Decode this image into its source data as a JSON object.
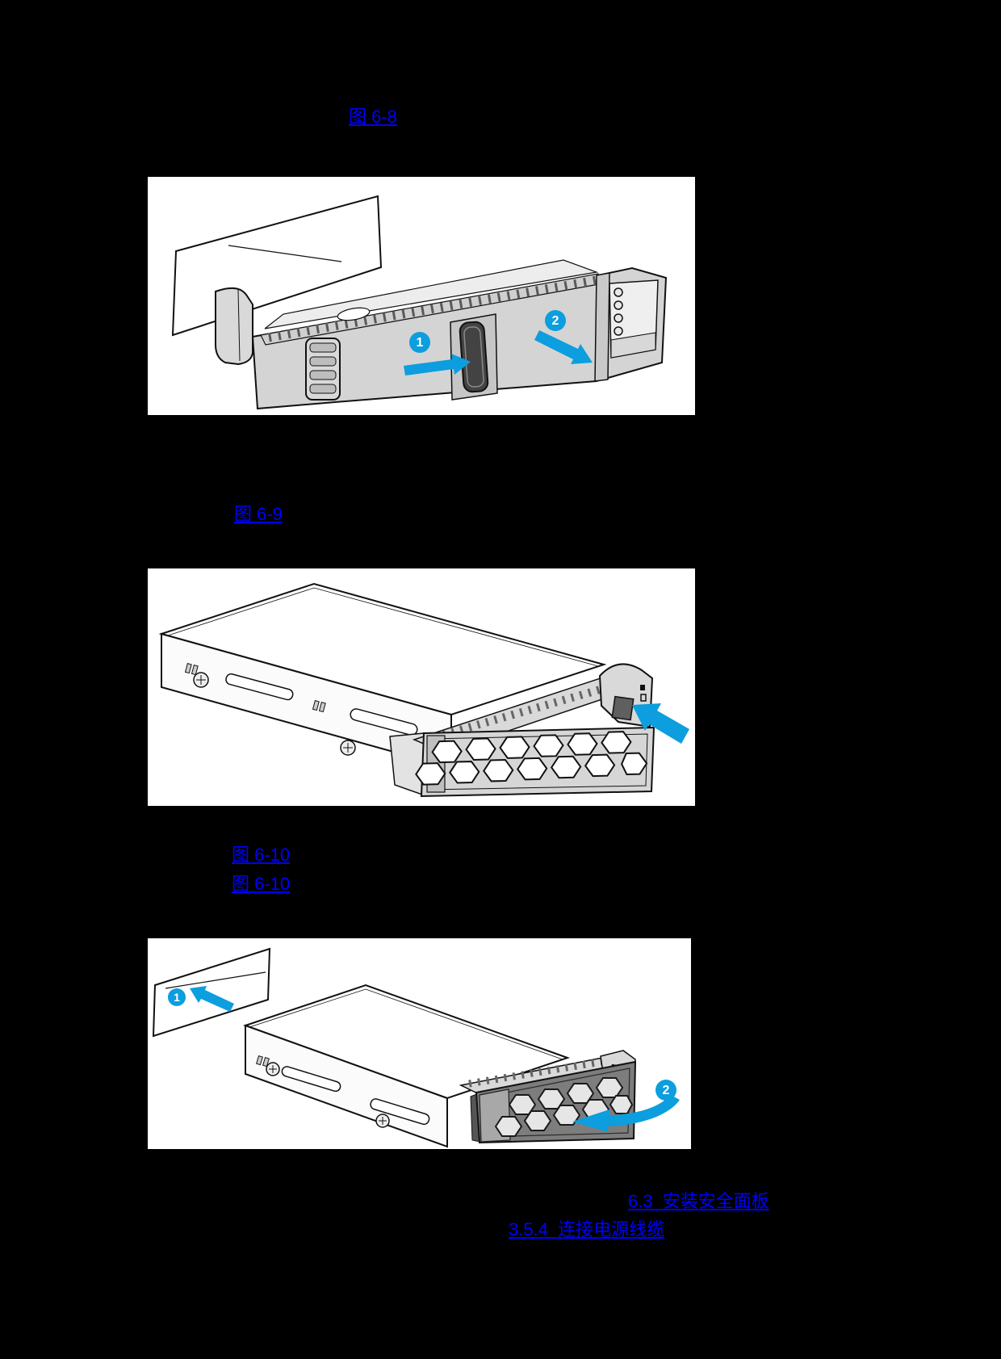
{
  "page": {
    "background": "#000000"
  },
  "colors": {
    "link_blue": "#0000ff",
    "accent_blue": "#0c9ede",
    "figure_bg": "#ffffff"
  },
  "links": {
    "fig68": {
      "label": "图 6-8"
    },
    "fig69": {
      "label": "图 6-9"
    },
    "fig610a": {
      "label": "图 6-10"
    },
    "fig610b": {
      "label": "图 6-10"
    },
    "sec63": {
      "label": "6.3  安装安全面板"
    },
    "sec354": {
      "label": "3.5.4  连接电源线缆"
    }
  },
  "figures": {
    "fig1": {
      "callout_1": "1",
      "callout_2": "2"
    },
    "fig3": {
      "callout_1": "1",
      "callout_2": "2"
    }
  }
}
